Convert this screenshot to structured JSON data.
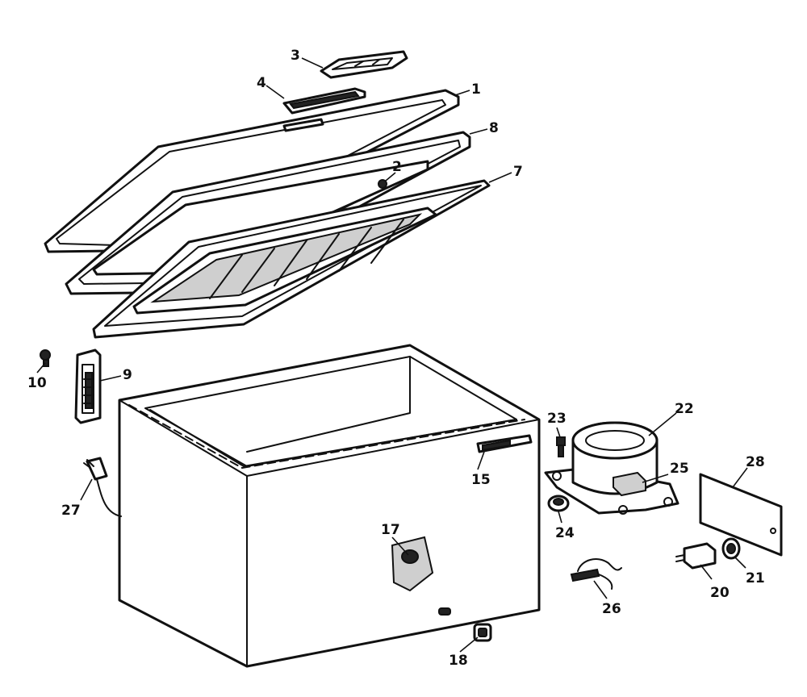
{
  "colors": {
    "ink": "#111111",
    "paper": "#ffffff",
    "shade": "#cfcfcf"
  },
  "callouts": [
    {
      "id": "c1",
      "label": "1"
    },
    {
      "id": "c2",
      "label": "2"
    },
    {
      "id": "c3",
      "label": "3"
    },
    {
      "id": "c4",
      "label": "4"
    },
    {
      "id": "c7",
      "label": "7"
    },
    {
      "id": "c8",
      "label": "8"
    },
    {
      "id": "c9",
      "label": "9"
    },
    {
      "id": "c10",
      "label": "10"
    },
    {
      "id": "c15",
      "label": "15"
    },
    {
      "id": "c17",
      "label": "17"
    },
    {
      "id": "c18",
      "label": "18"
    },
    {
      "id": "c20",
      "label": "20"
    },
    {
      "id": "c21",
      "label": "21"
    },
    {
      "id": "c22",
      "label": "22"
    },
    {
      "id": "c23",
      "label": "23"
    },
    {
      "id": "c24",
      "label": "24"
    },
    {
      "id": "c25",
      "label": "25"
    },
    {
      "id": "c26",
      "label": "26"
    },
    {
      "id": "c27",
      "label": "27"
    },
    {
      "id": "c28",
      "label": "28"
    }
  ]
}
